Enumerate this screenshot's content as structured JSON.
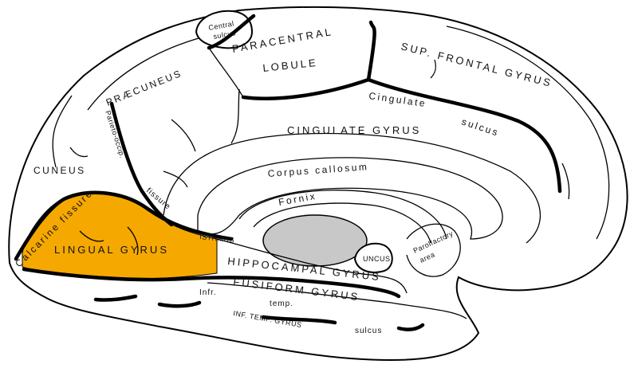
{
  "colors": {
    "highlight": "#f5a800",
    "ventricle": "#c8c8c8",
    "outline": "#000000",
    "background": "#ffffff"
  },
  "labels": {
    "central_sulcus_1": "Central",
    "central_sulcus_2": "sulcus",
    "paracentral_1": "PARACENTRAL",
    "paracentral_2": "LOBULE",
    "sup_frontal": "SUP. FRONTAL GYRUS",
    "praecuneus": "PRÆCUNEUS",
    "parieto_occip": "Parieto-occip.",
    "fissure_upper": "fissure",
    "cingulate_sulcus_1": "Cingulate",
    "cingulate_sulcus_2": "sulcus",
    "cingulate_gyrus": "CINGULATE GYRUS",
    "cuneus": "CUNEUS",
    "corpus_callosum": "Corpus callosum",
    "fornix": "Fornix",
    "calcarine_fissure": "Calcarine fissure",
    "lingual_gyrus": "LINGUAL GYRUS",
    "isthmus": "ISTHMUS",
    "hippocampal_gyrus": "HIPPOCAMPAL GYRUS",
    "uncus": "UNCUS",
    "parolfactory_1": "Parolfactory",
    "parolfactory_2": "area",
    "fusiform_gyrus": "FUSIFORM GYRUS",
    "infr": "Infr.",
    "temp": "temp.",
    "sulcus_lower": "sulcus",
    "inf_temp_gyrus": "INF. TEMP. GYRUS"
  }
}
